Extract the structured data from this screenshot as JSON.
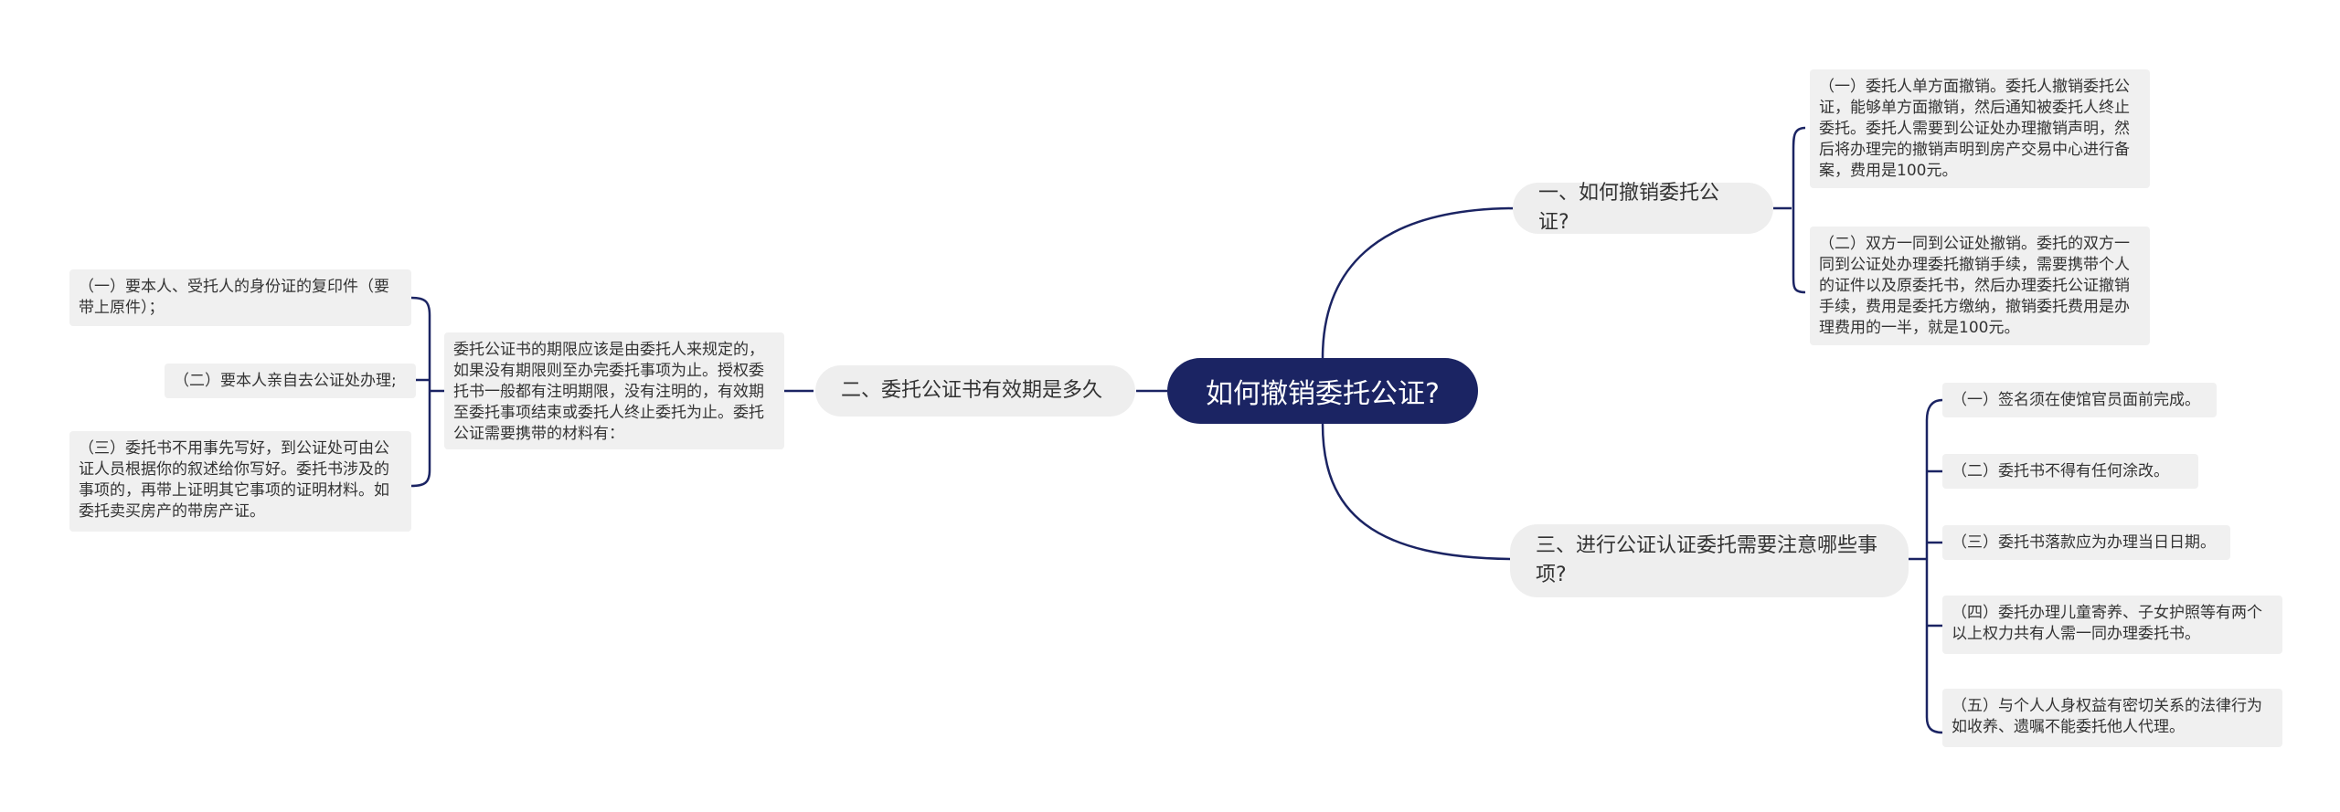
{
  "root": {
    "title": "如何撤销委托公证?"
  },
  "branches": [
    {
      "label": "一、如何撤销委托公证?",
      "children": [
        "（一）委托人单方面撤销。委托人撤销委托公证，能够单方面撤销，然后通知被委托人终止委托。委托人需要到公证处办理撤销声明，然后将办理完的撤销声明到房产交易中心进行备案，费用是100元。",
        "（二）双方一同到公证处撤销。委托的双方一同到公证处办理委托撤销手续，需要携带个人的证件以及原委托书，然后办理委托公证撤销手续，费用是委托方缴纳，撤销委托费用是办理费用的一半，就是100元。"
      ]
    },
    {
      "label": "二、委托公证书有效期是多久",
      "detail": "委托公证书的期限应该是由委托人来规定的，如果没有期限则至办完委托事项为止。授权委托书一般都有注明期限，没有注明的，有效期至委托事项结束或委托人终止委托为止。委托公证需要携带的材料有：",
      "children": [
        "（一）要本人、受托人的身份证的复印件（要带上原件）；",
        "（二）要本人亲自去公证处办理;",
        "（三）委托书不用事先写好，到公证处可由公证人员根据你的叙述给你写好。委托书涉及的事项的，再带上证明其它事项的证明材料。如委托卖买房产的带房产证。"
      ]
    },
    {
      "label": "三、进行公证认证委托需要注意哪些事项?",
      "children": [
        "（一）签名须在使馆官员面前完成。",
        "（二）委托书不得有任何涂改。",
        "（三）委托书落款应为办理当日日期。",
        "（四）委托办理儿童寄养、子女护照等有两个以上权力共有人需一同办理委托书。",
        "（五）与个人人身权益有密切关系的法律行为如收养、遗嘱不能委托他人代理。"
      ]
    }
  ],
  "colors": {
    "root_bg": "#1b2463",
    "line": "#1b2463",
    "node_bg": "#eeeeee"
  }
}
